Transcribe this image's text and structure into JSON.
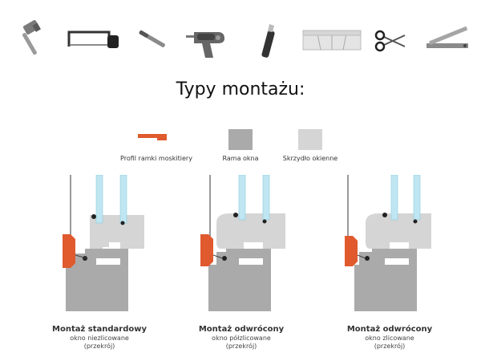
{
  "title": "Typy montażu:",
  "tools": [
    {
      "icon": "hammer-icon"
    },
    {
      "icon": "hacksaw-icon"
    },
    {
      "icon": "file-icon"
    },
    {
      "icon": "drill-icon"
    },
    {
      "icon": "utility-knife-icon"
    },
    {
      "icon": "miter-box-icon"
    },
    {
      "icon": "scissors-icon"
    },
    {
      "icon": "angle-ruler-icon"
    }
  ],
  "legend": [
    {
      "label": "Profil ramki moskitiery",
      "color": "#e05a2e"
    },
    {
      "label": "Rama okna",
      "color": "#aaaaaa"
    },
    {
      "label": "Skrzydło okienne",
      "color": "#d5d5d5"
    }
  ],
  "mounts": [
    {
      "title": "Montaż standardowy",
      "line1": "okno niezlicowane",
      "line2": "(przekrój)"
    },
    {
      "title": "Montaż odwrócony",
      "line1": "okno półzlicowane",
      "line2": "(przekrój)"
    },
    {
      "title": "Montaż odwrócony",
      "line1": "okno zlicowane",
      "line2": "(przekrój)"
    }
  ],
  "colors": {
    "profile": "#e05a2e",
    "frame": "#aaaaaa",
    "sash": "#d5d5d5",
    "glass": "#bfe6f2",
    "gasket": "#222222"
  }
}
